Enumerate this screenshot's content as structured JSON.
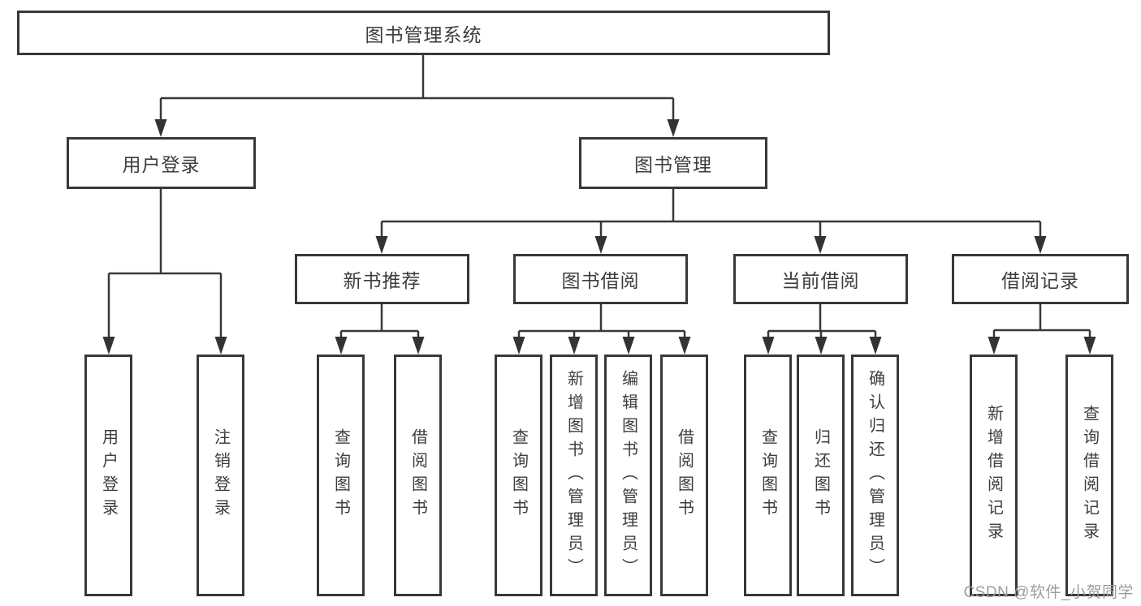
{
  "diagram": {
    "root": {
      "label": "图书管理系统"
    },
    "branches": [
      {
        "label": "用户登录",
        "children": [
          {
            "label": "用户登录"
          },
          {
            "label": "注销登录"
          }
        ]
      },
      {
        "label": "图书管理",
        "children": [
          {
            "label": "新书推荐",
            "children": [
              {
                "label": "查询图书"
              },
              {
                "label": "借阅图书"
              }
            ]
          },
          {
            "label": "图书借阅",
            "children": [
              {
                "label": "查询图书"
              },
              {
                "label": "新增图书（管理员）"
              },
              {
                "label": "编辑图书（管理员）"
              },
              {
                "label": "借阅图书"
              }
            ]
          },
          {
            "label": "当前借阅",
            "children": [
              {
                "label": "查询图书"
              },
              {
                "label": "归还图书"
              },
              {
                "label": "确认归还（管理员）"
              }
            ]
          },
          {
            "label": "借阅记录",
            "children": [
              {
                "label": "新增借阅记录"
              },
              {
                "label": "查询借阅记录"
              }
            ]
          }
        ]
      }
    ],
    "watermark": "CSDN @软件_小贺同学"
  },
  "colors": {
    "line": "#383838",
    "box_border": "#383838",
    "text": "#3d3d3d",
    "watermark": "#9c9c9c",
    "background": "#ffffff"
  }
}
